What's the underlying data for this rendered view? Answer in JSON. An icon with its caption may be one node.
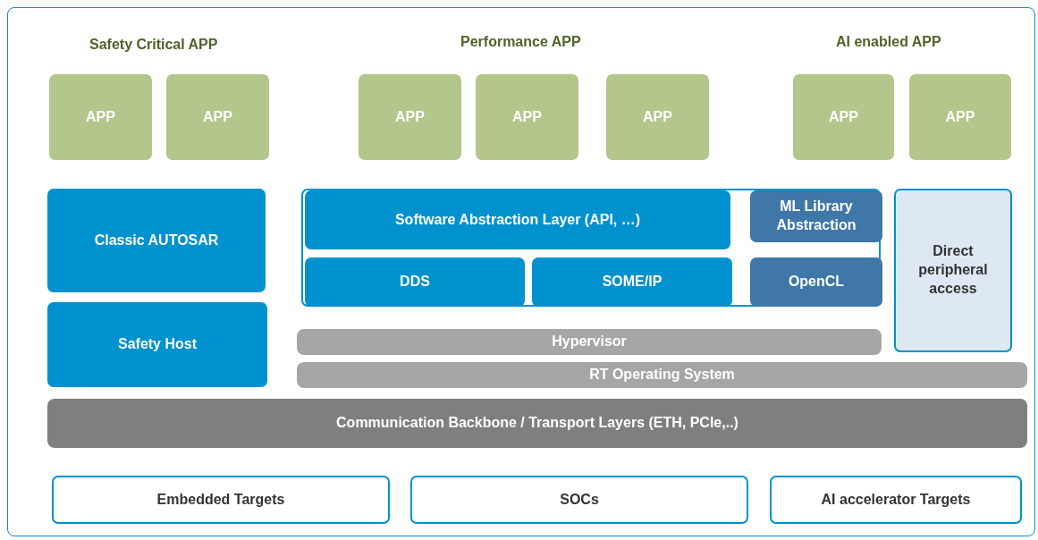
{
  "diagram": {
    "nodes": [
      {
        "text": [
          "APP"
        ]
      },
      {
        "text": [
          "APP"
        ]
      },
      {
        "text": [
          "APP"
        ]
      },
      {
        "text": [
          "APP"
        ]
      },
      {
        "text": [
          "APP"
        ]
      },
      {
        "text": [
          "APP"
        ]
      },
      {
        "text": [
          "APP"
        ]
      },
      {
        "text": [
          "Classic AUTOSAR"
        ]
      },
      {
        "text": [],
        "shape": "box"
      },
      {
        "text": [
          "Software Abstraction Layer (API, …)"
        ],
        "in": 8
      },
      {
        "text": [
          "ML Library Abstraction"
        ],
        "in": 8
      },
      {
        "text": [
          "DDS"
        ],
        "in": 8
      },
      {
        "text": [
          "SOME/IP"
        ],
        "in": 8
      },
      {
        "text": [
          "OpenCL"
        ],
        "in": 8
      },
      {
        "text": [
          "Direct peripheral access"
        ]
      },
      {
        "text": [
          "Safety Host"
        ]
      },
      {
        "text": [
          "Hypervisor"
        ]
      },
      {
        "text": [
          "RT Operating System"
        ]
      },
      {
        "text": [
          "Communication Backbone / Transport Layers (ETH, PCIe,..)"
        ]
      },
      {
        "text": [
          "Embedded Targets"
        ]
      },
      {
        "text": [
          "SOCs"
        ]
      },
      {
        "text": [
          "AI accelerator Targets"
        ]
      }
    ],
    "labels": [
      "Safety Critical APP",
      "Performance APP",
      "AI enabled APP"
    ]
  }
}
